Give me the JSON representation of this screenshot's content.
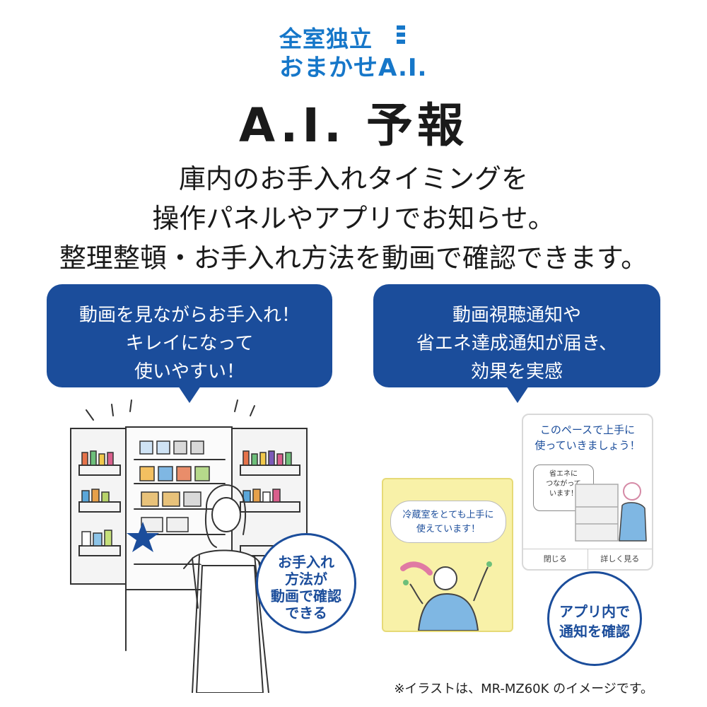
{
  "logo": {
    "line1": "全室独立",
    "line2": "おまかせA.I.",
    "color": "#1677c9"
  },
  "title": "A.I. 予報",
  "description": [
    "庫内のお手入れタイミングを",
    "操作パネルやアプリでお知らせ。",
    "整理整頓・お手入れ方法を動画で確認できます。"
  ],
  "bubble_left": {
    "lines": [
      "動画を見ながらお手入れ！",
      "キレイになって",
      "使いやすい！"
    ]
  },
  "bubble_right": {
    "lines": [
      "動画視聴通知や",
      "省エネ達成通知が届き、",
      "効果を実感"
    ]
  },
  "note_left": {
    "lines": [
      "お手入れ",
      "方法が",
      "動画で確認",
      "できる"
    ]
  },
  "note_right": {
    "lines": [
      "アプリ内で",
      "通知を確認"
    ]
  },
  "phone_screen": {
    "heading_lines": [
      "このペースで上手に",
      "使っていきましょう！"
    ],
    "inner_bubble_lines": [
      "省エネに",
      "つながって",
      "います！"
    ],
    "close_button": "閉じる",
    "detail_button": "詳しく見る"
  },
  "yellow_screen": {
    "bubble_lines": [
      "冷蔵室をとても上手に",
      "使えています！"
    ]
  },
  "footnote": "※イラストは、MR-MZ60K のイメージです。",
  "colors": {
    "navy": "#1b4d9b",
    "accent_blue": "#1677c9",
    "yellow": "#f8f1a8"
  },
  "icons": [
    "star-icon",
    "refrigerator-illustration",
    "woman-illustration"
  ]
}
